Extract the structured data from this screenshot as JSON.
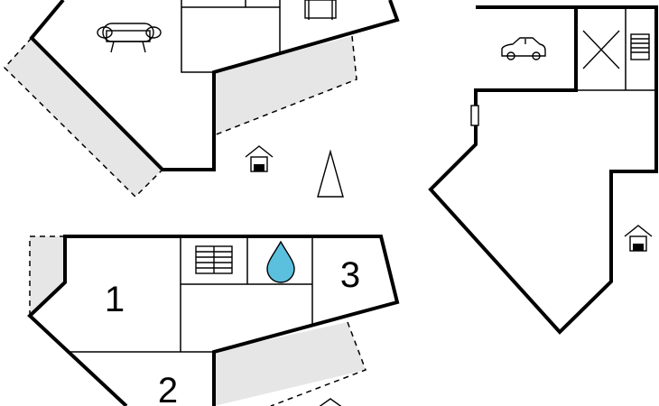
{
  "rooms": [
    {
      "label": "1"
    },
    {
      "label": "2"
    },
    {
      "label": "3"
    }
  ],
  "icons": [
    "sofa-icon",
    "dining-table-icon",
    "car-icon",
    "cross-icon",
    "storage-icon",
    "entrance-icon",
    "north-arrow-icon",
    "radiator-icon",
    "water-drop-icon",
    "door-icon"
  ],
  "colors": {
    "wall": "#000000",
    "terrace": "#e6e6e6",
    "water": "#5bc0de",
    "background": "#ffffff"
  }
}
